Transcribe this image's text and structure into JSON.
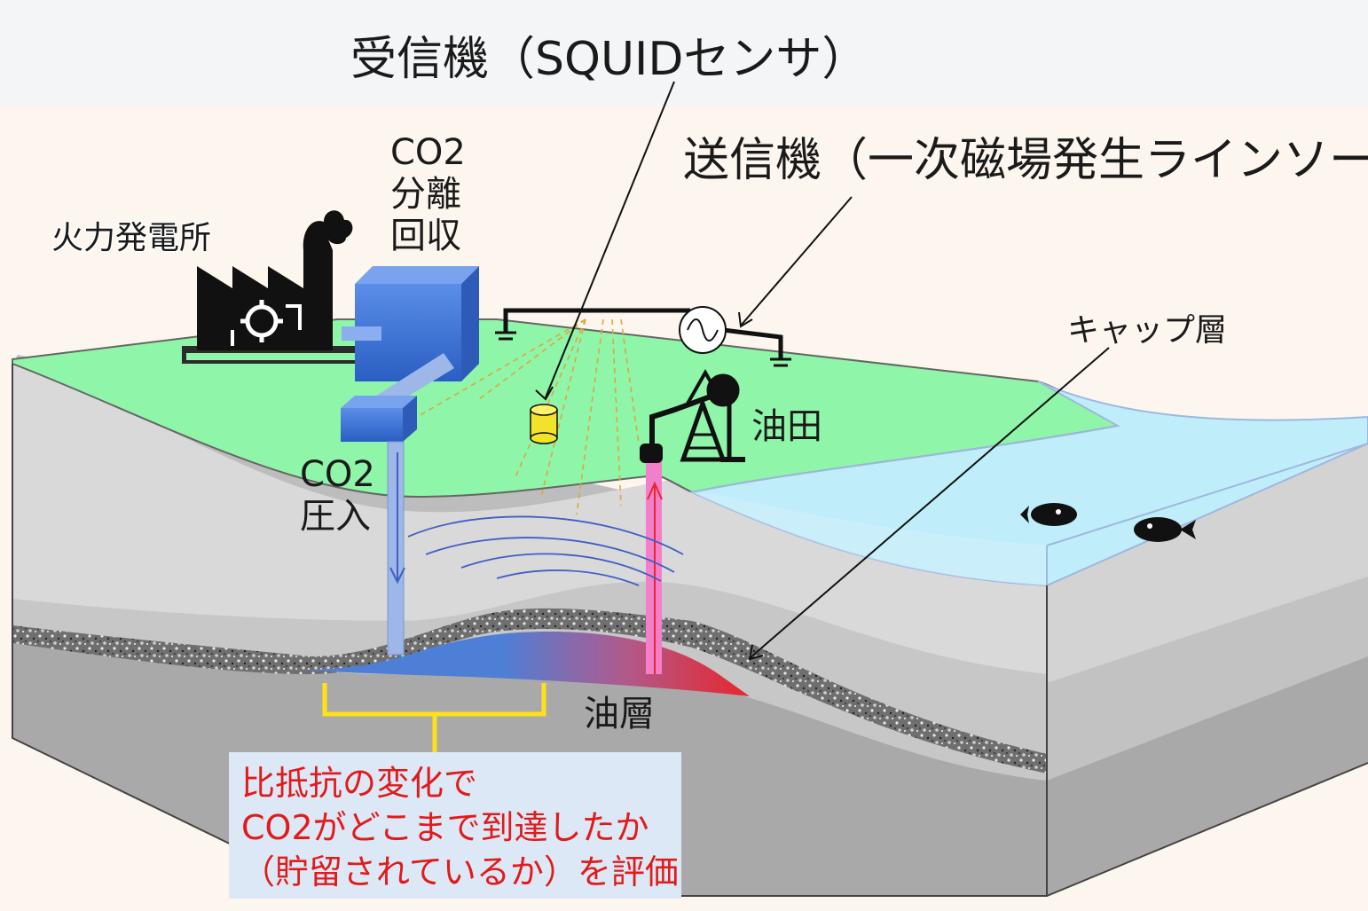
{
  "labels": {
    "receiver": "受信機（SQUIDセンサ）",
    "transmitter": "送信機（一次磁場発生ラインソース）",
    "power_plant": "火力発電所",
    "co2_separation": [
      "CO2",
      "分離",
      "回収"
    ],
    "co2_injection": [
      "CO2",
      "圧入"
    ],
    "oil_field": "油田",
    "cap_layer": "キャップ層",
    "oil_layer": "油層",
    "note": [
      "比抵抗の変化で",
      "CO2がどこまで到達したか",
      "（貯留されているか）を評価"
    ]
  },
  "colors": {
    "ground": "#8ff5a9",
    "sea": "#bfeefa",
    "strata_light": "#d9d9d9",
    "strata_mid": "#c2c2c2",
    "strata_dark": "#a9a9a9",
    "co2_plume": "#4e7fd6",
    "oil": "#e8262c",
    "note_bg": "#dde8f6",
    "note_text": "#e11b1b",
    "bracket": "#ffe11a",
    "sensor": "#f3e22a"
  },
  "icons": {
    "power_plant": "factory-icon",
    "separator": "blue-box-icon",
    "sensor": "cylinder-sensor-icon",
    "ac_source": "sine-source-icon",
    "pump": "pumpjack-icon",
    "fish": "fish-icon"
  }
}
